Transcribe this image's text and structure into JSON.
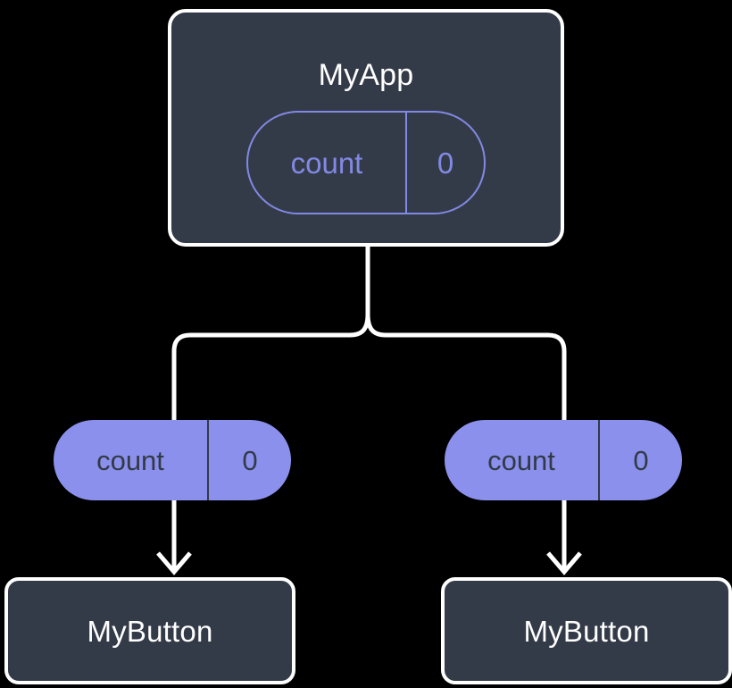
{
  "diagram": {
    "title": "MyApp component tree with count state",
    "background_color": "#000000",
    "edge_color": "#FFFFFF",
    "node_fill": "#343B48",
    "node_border": "#FFFFFF",
    "state_accent": "#8A90EC",
    "state_text_dark": "#333A47"
  },
  "root": {
    "label": "MyApp",
    "state": {
      "key": "count",
      "value": "0",
      "style": "outlined"
    }
  },
  "children": [
    {
      "label": "MyButton",
      "state": {
        "key": "count",
        "value": "0",
        "style": "filled"
      }
    },
    {
      "label": "MyButton",
      "state": {
        "key": "count",
        "value": "0",
        "style": "filled"
      }
    }
  ],
  "edges": {
    "trunk_label": "root-to-branch-trunk",
    "branch_label": "branch-bar",
    "arrow_label": "state-to-child-arrow"
  }
}
